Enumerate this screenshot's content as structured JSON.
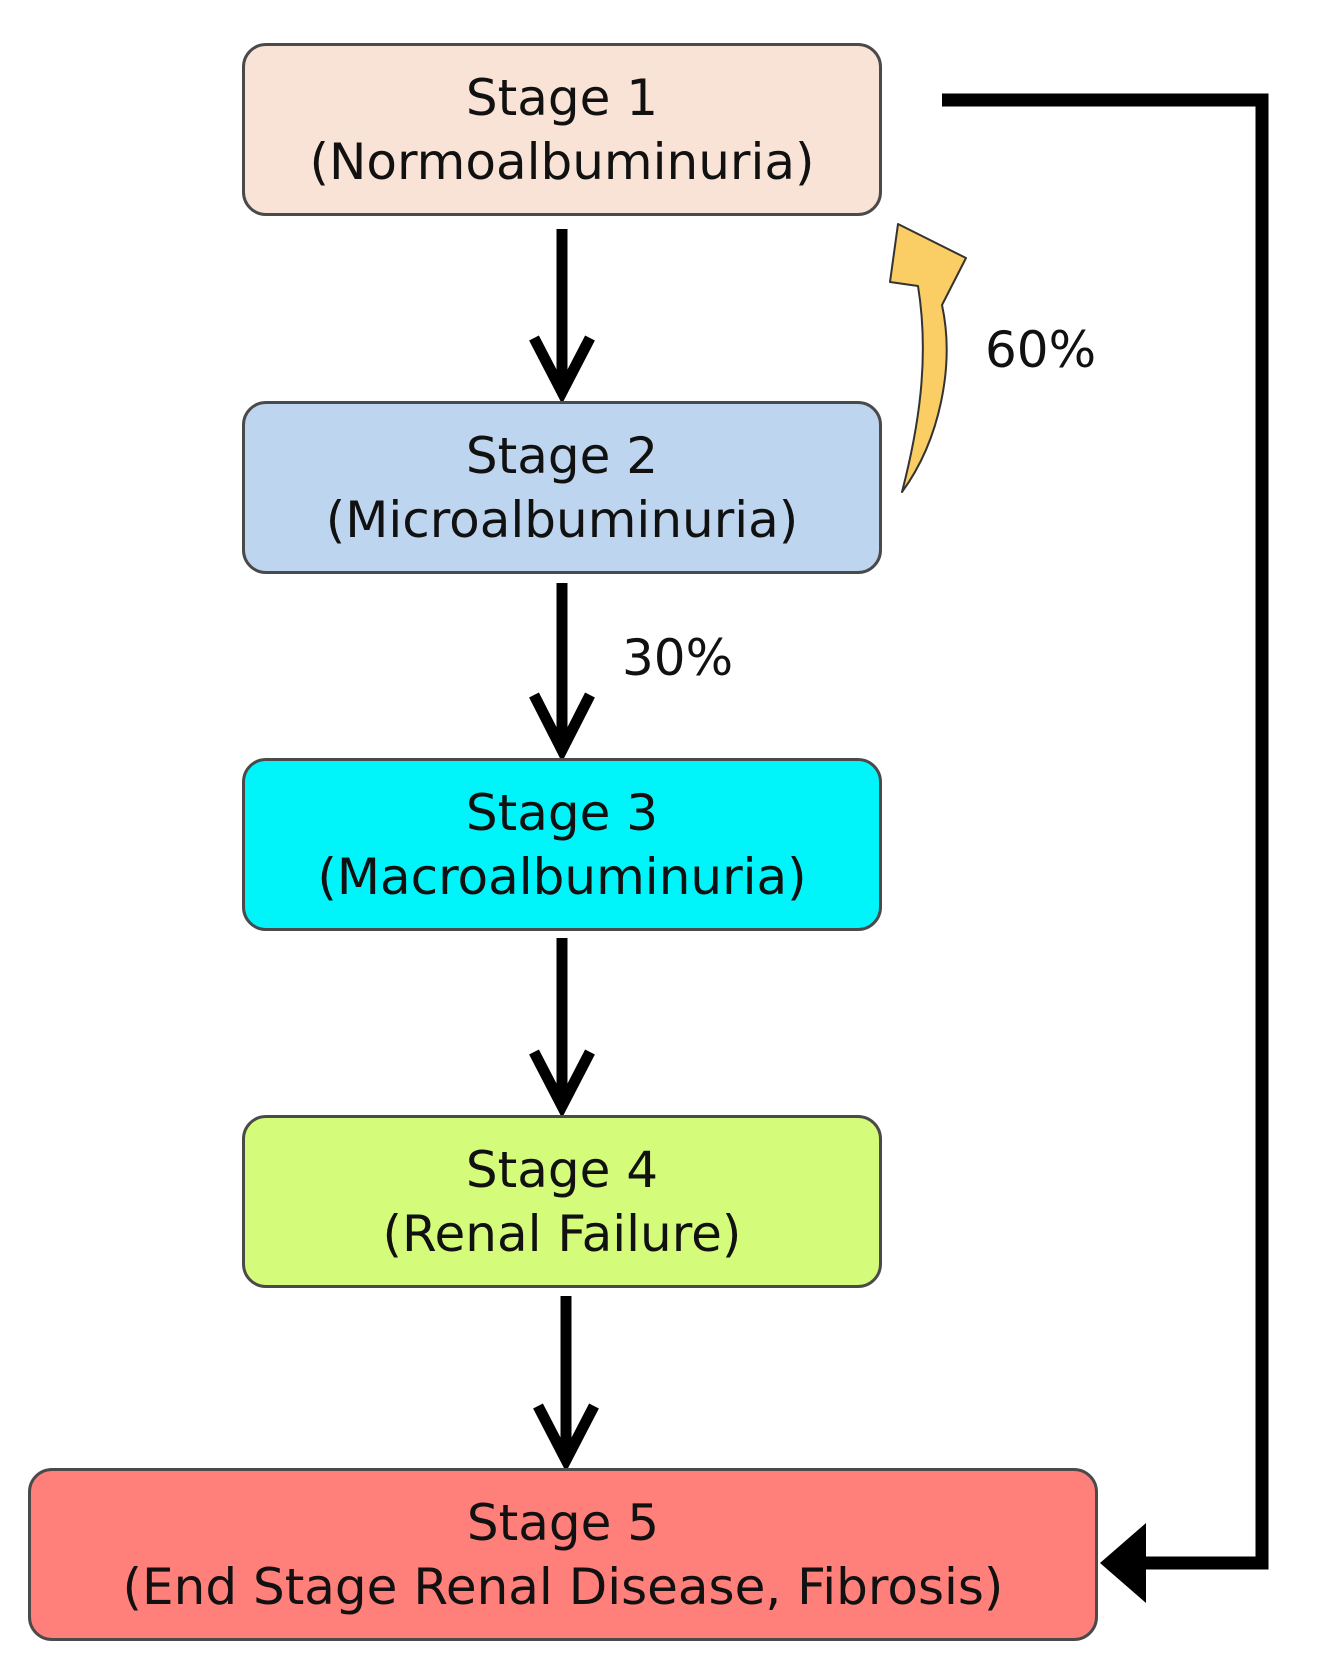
{
  "colors": {
    "stage1": "#f9e3d6",
    "stage2": "#bdd5ee",
    "stage3": "#00f5fa",
    "stage4": "#d5fb7a",
    "stage5": "#ff7f7a",
    "arrow": "#000000",
    "recovery_arrow": "#fbcd65"
  },
  "stages": [
    {
      "title": "Stage 1",
      "subtitle": "(Normoalbuminuria)"
    },
    {
      "title": "Stage 2",
      "subtitle": "(Microalbuminuria)"
    },
    {
      "title": "Stage 3",
      "subtitle": "(Macroalbuminuria)"
    },
    {
      "title": "Stage 4",
      "subtitle": "(Renal Failure)"
    },
    {
      "title": "Stage 5",
      "subtitle": "(End Stage Renal Disease, Fibrosis)"
    }
  ],
  "edges": [
    {
      "from": "Stage 1",
      "to": "Stage 2"
    },
    {
      "from": "Stage 2",
      "to": "Stage 1",
      "label": "60%"
    },
    {
      "from": "Stage 2",
      "to": "Stage 3",
      "label": "30%"
    },
    {
      "from": "Stage 3",
      "to": "Stage 4"
    },
    {
      "from": "Stage 4",
      "to": "Stage 5"
    },
    {
      "from": "Stage 1",
      "to": "Stage 5"
    }
  ]
}
